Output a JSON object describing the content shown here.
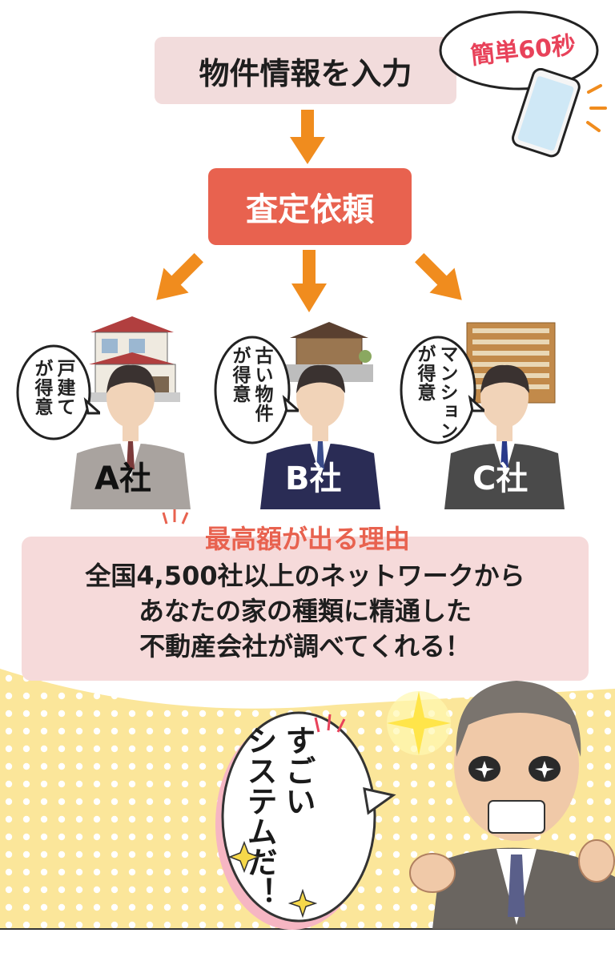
{
  "steps": {
    "input_label": "物件情報を入力",
    "request_label": "査定依頼",
    "phone_badge": "簡単60秒"
  },
  "companies": [
    {
      "bubble": "戸建てが得意",
      "bubble_col1": "戸建て",
      "bubble_col2": "が得意",
      "label": "A社",
      "suit_color": "#a9a39f",
      "house": "detached-house"
    },
    {
      "bubble": "古い物件が得意",
      "bubble_col1": "古い物件",
      "bubble_col2": "が得意",
      "label": "B社",
      "suit_color": "#2a2c55",
      "house": "old-house"
    },
    {
      "bubble": "マンションが得意",
      "bubble_col1": "マンション",
      "bubble_col2": "が得意",
      "label": "C社",
      "suit_color": "#4a4a4a",
      "house": "apartment-building"
    }
  ],
  "reason": {
    "heading": "最高額が出る理由",
    "lines": [
      "全国4,500社以上のネットワークから",
      "あなたの家の種類に精通した",
      "不動産会社が調べてくれる！"
    ]
  },
  "speech": {
    "col1": "すごい",
    "col2": "システムだ！"
  },
  "colors": {
    "step_bg": "#f2dcdc",
    "request_bg": "#e8624f",
    "arrow": "#f08c1e",
    "heading": "#e8624f",
    "dots_bg": "#fbe69a"
  }
}
